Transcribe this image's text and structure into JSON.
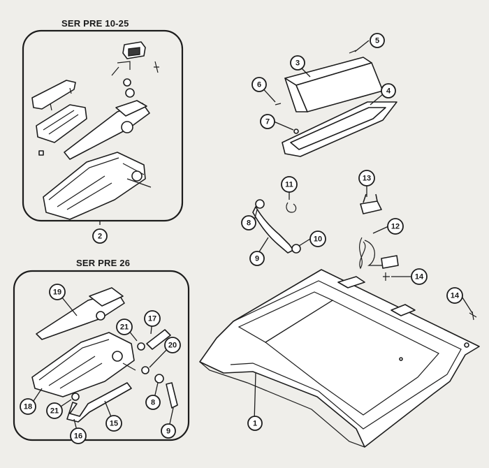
{
  "headers": {
    "top_left": "SER PRE 10-25",
    "bottom_left": "SER PRE 26"
  },
  "callouts": [
    {
      "id": "c5",
      "label": "5"
    },
    {
      "id": "c3",
      "label": "3"
    },
    {
      "id": "c4",
      "label": "4"
    },
    {
      "id": "c6",
      "label": "6"
    },
    {
      "id": "c7",
      "label": "7"
    },
    {
      "id": "c2",
      "label": "2"
    },
    {
      "id": "c11",
      "label": "11"
    },
    {
      "id": "c13",
      "label": "13"
    },
    {
      "id": "c8a",
      "label": "8"
    },
    {
      "id": "c10",
      "label": "10"
    },
    {
      "id": "c12",
      "label": "12"
    },
    {
      "id": "c9a",
      "label": "9"
    },
    {
      "id": "c14a",
      "label": "14"
    },
    {
      "id": "c14b",
      "label": "14"
    },
    {
      "id": "c19",
      "label": "19"
    },
    {
      "id": "c21a",
      "label": "21"
    },
    {
      "id": "c17",
      "label": "17"
    },
    {
      "id": "c20",
      "label": "20"
    },
    {
      "id": "c18",
      "label": "18"
    },
    {
      "id": "c21b",
      "label": "21"
    },
    {
      "id": "c8b",
      "label": "8"
    },
    {
      "id": "c15",
      "label": "15"
    },
    {
      "id": "c16",
      "label": "16"
    },
    {
      "id": "c9b",
      "label": "9"
    },
    {
      "id": "c1",
      "label": "1"
    }
  ]
}
